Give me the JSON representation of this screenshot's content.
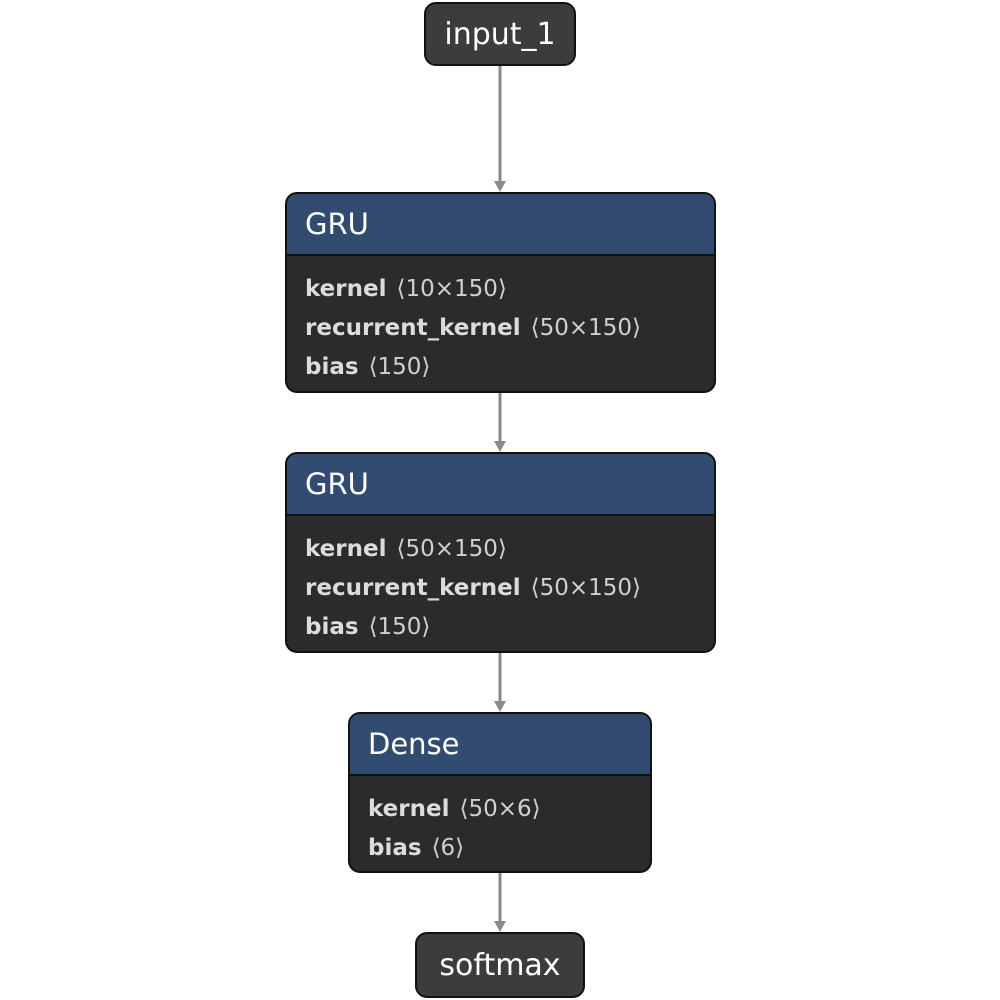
{
  "graph": {
    "input": {
      "label": "input_1"
    },
    "layers": [
      {
        "type": "GRU",
        "params": [
          {
            "name": "kernel",
            "shape": "⟨10×150⟩"
          },
          {
            "name": "recurrent_kernel",
            "shape": "⟨50×150⟩"
          },
          {
            "name": "bias",
            "shape": "⟨150⟩"
          }
        ]
      },
      {
        "type": "GRU",
        "params": [
          {
            "name": "kernel",
            "shape": "⟨50×150⟩"
          },
          {
            "name": "recurrent_kernel",
            "shape": "⟨50×150⟩"
          },
          {
            "name": "bias",
            "shape": "⟨150⟩"
          }
        ]
      },
      {
        "type": "Dense",
        "params": [
          {
            "name": "kernel",
            "shape": "⟨50×6⟩"
          },
          {
            "name": "bias",
            "shape": "⟨6⟩"
          }
        ]
      }
    ],
    "output": {
      "label": "softmax"
    }
  },
  "colors": {
    "header": "#324c71",
    "body": "#2b2b2b",
    "pill": "#3c3c3c",
    "edge": "#8a8a8a"
  }
}
